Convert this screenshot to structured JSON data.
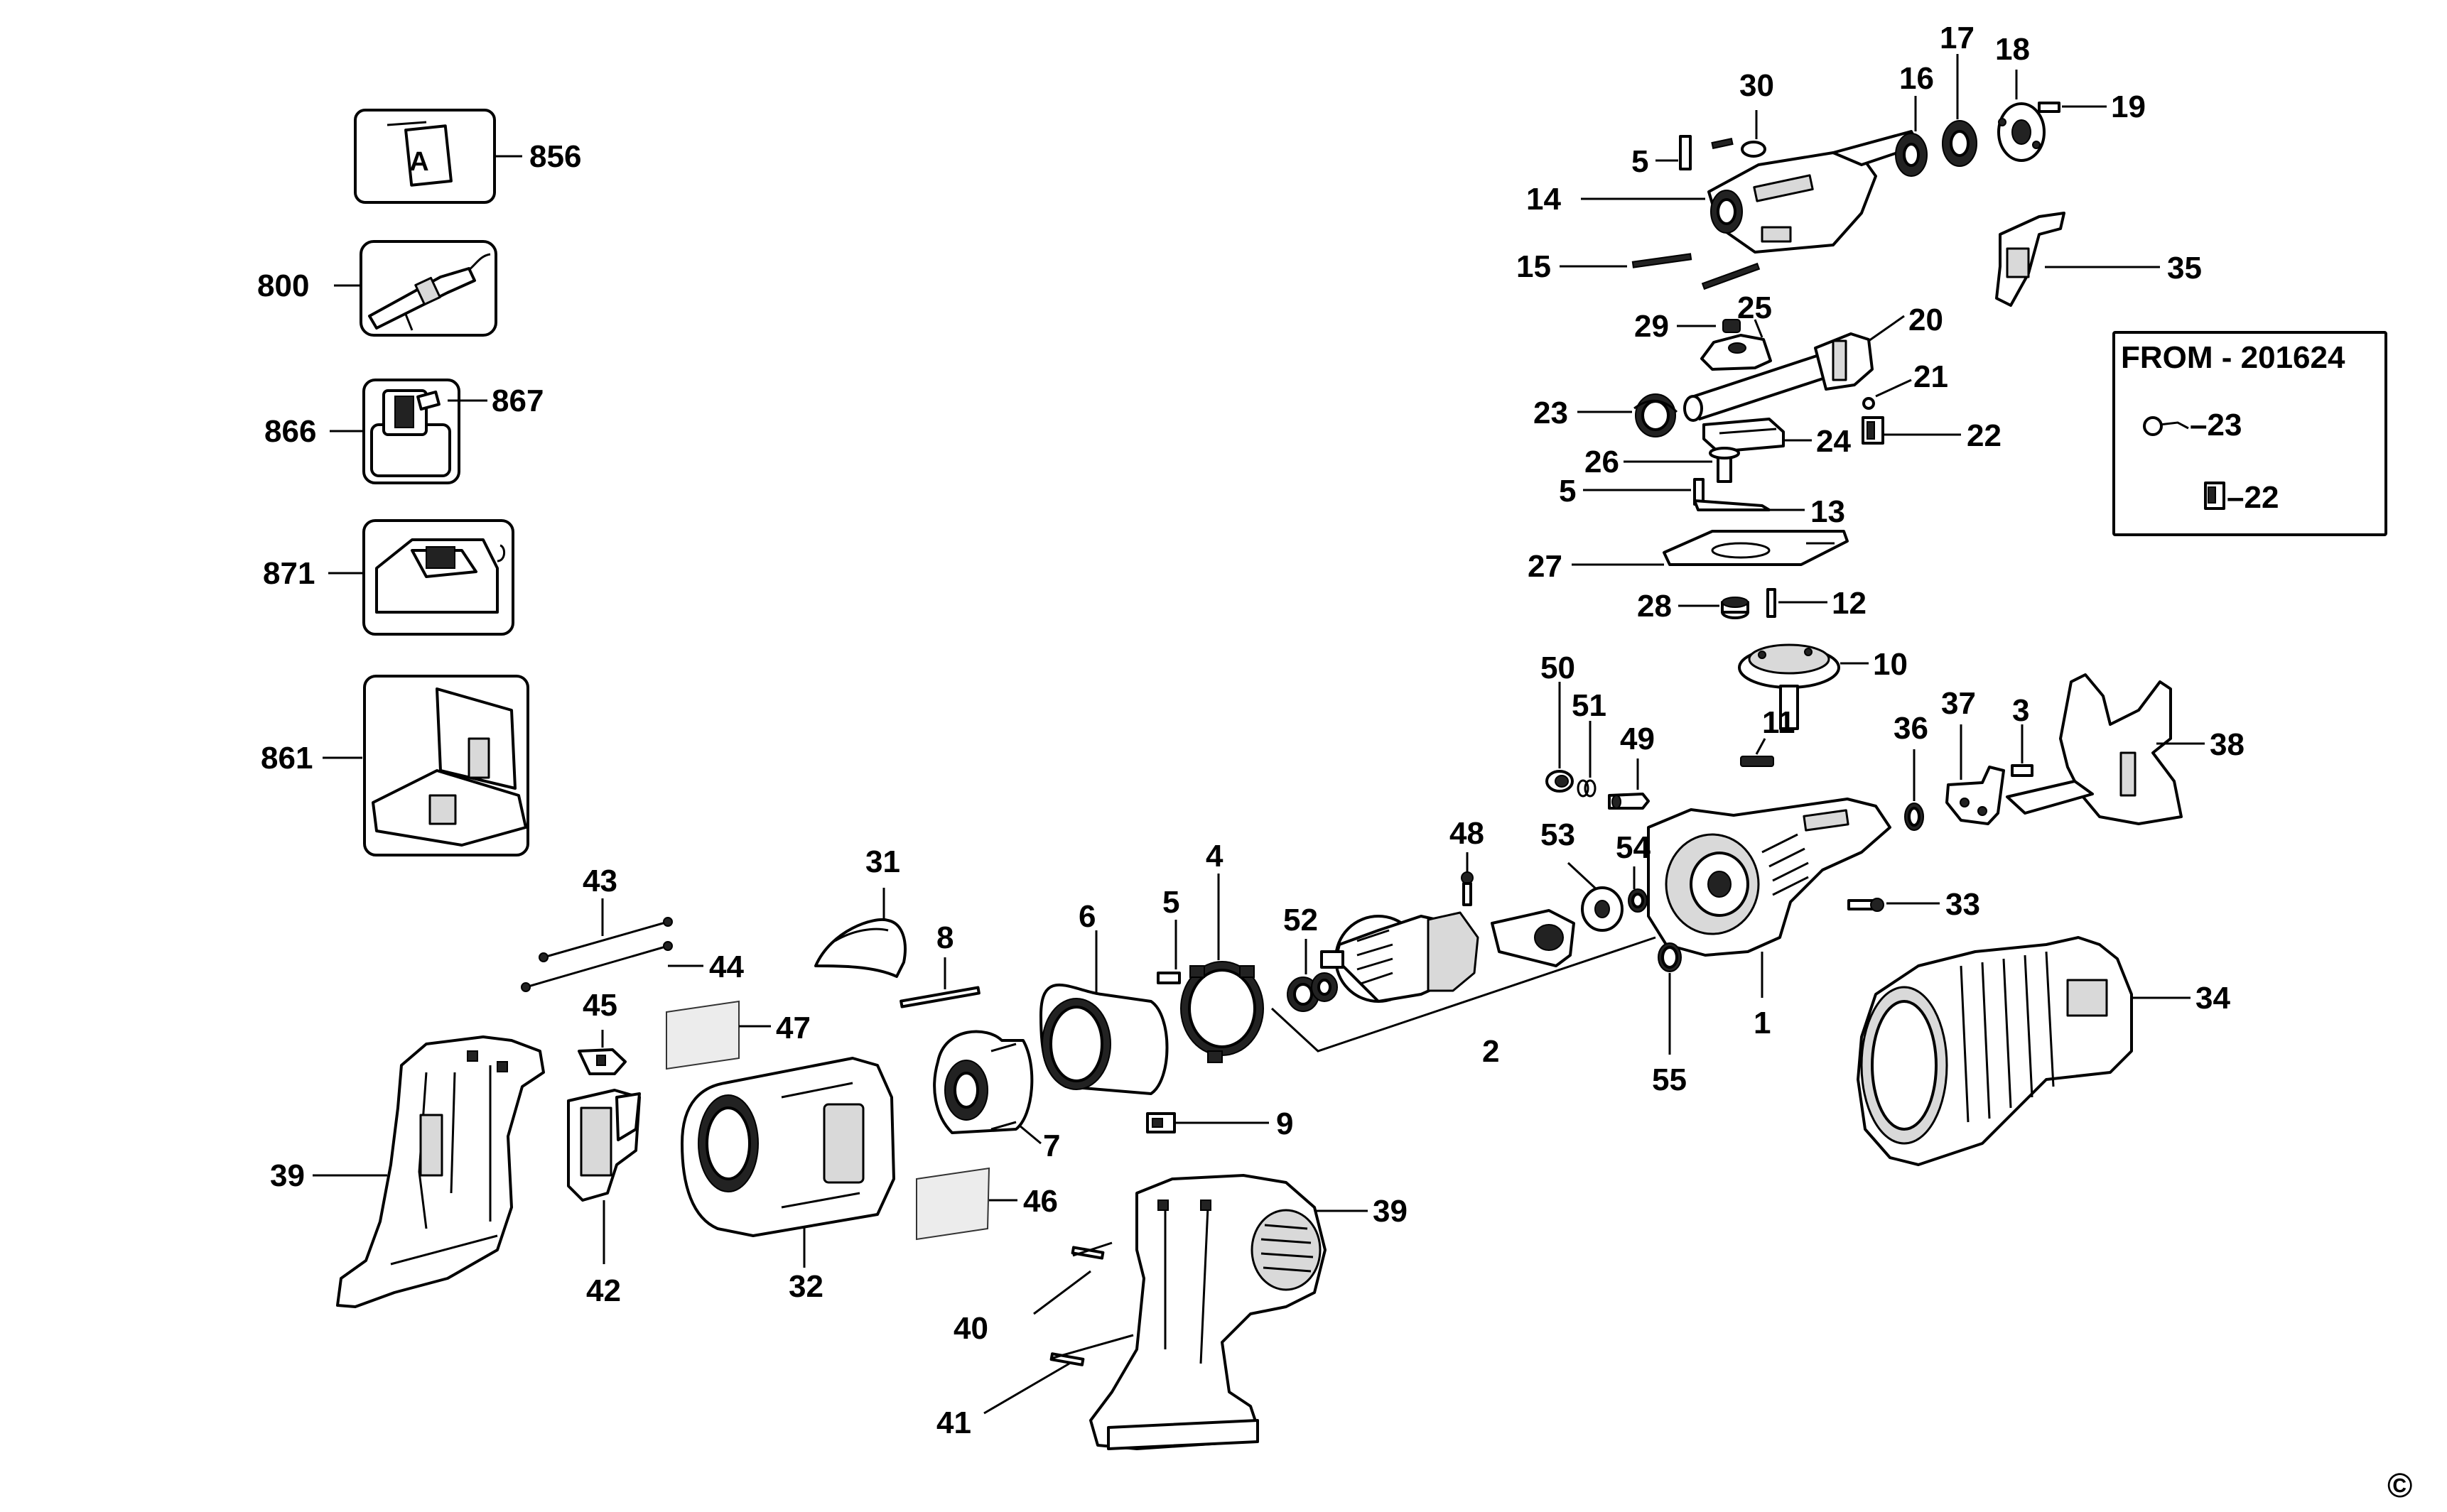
{
  "labels": {
    "l856": "856",
    "l800": "800",
    "l867": "867",
    "l866": "866",
    "l871": "871",
    "l861": "861",
    "l30": "30",
    "l5a": "5",
    "l14": "14",
    "l15": "15",
    "l16": "16",
    "l17": "17",
    "l18": "18",
    "l19": "19",
    "l35": "35",
    "l29": "29",
    "l25": "25",
    "l20": "20",
    "l21": "21",
    "l22": "22",
    "l23": "23",
    "l24": "24",
    "l26": "26",
    "l5b": "5",
    "l13": "13",
    "l27": "27",
    "l28": "28",
    "l12": "12",
    "l10": "10",
    "l11": "11",
    "l50": "50",
    "l51": "51",
    "l49": "49",
    "l36": "36",
    "l37": "37",
    "l3": "3",
    "l38": "38",
    "l48": "48",
    "l53": "53",
    "l54": "54",
    "l33": "33",
    "l31": "31",
    "l4": "4",
    "l5c": "5",
    "l6": "6",
    "l52": "52",
    "l8": "8",
    "l43": "43",
    "l44": "44",
    "l45": "45",
    "l47": "47",
    "l2": "2",
    "l1": "1",
    "l55": "55",
    "l34": "34",
    "l7": "7",
    "l9": "9",
    "l39a": "39",
    "l39b": "39",
    "l42": "42",
    "l32": "32",
    "l46": "46",
    "l40": "40",
    "l41": "41"
  },
  "callout_box": {
    "title": "FROM - 201624",
    "item_a": "23",
    "item_b": "22"
  },
  "kit_tag_letter": "A",
  "copyright": "©"
}
